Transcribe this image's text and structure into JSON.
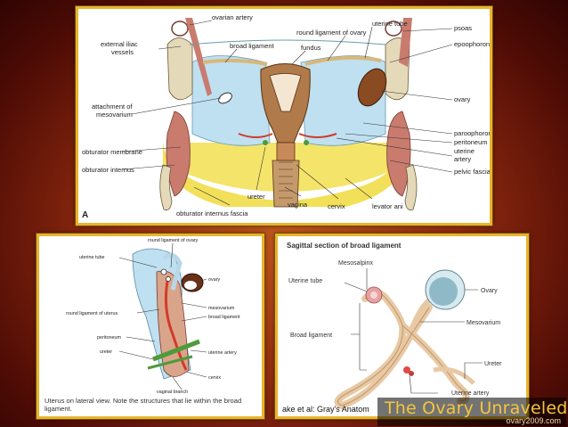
{
  "panel_a": {
    "letter": "A",
    "labels": {
      "ovarian_artery": "ovarian artery",
      "external_iliac_vessels_1": "external iliac",
      "external_iliac_vessels_2": "vessels",
      "broad_ligament": "broad ligament",
      "round_ligament_of_ovary": "round ligament of ovary",
      "uterine_tube": "uterine tube",
      "fundus": "fundus",
      "psoas": "psoas",
      "epoophoron": "epoophoron",
      "attachment_of_mesovarium_1": "attachment of",
      "attachment_of_mesovarium_2": "mesovarium",
      "ovary": "ovary",
      "paroophoron": "paroophoron",
      "peritoneum": "peritoneum",
      "obturator_membrane": "obturator membrane",
      "uterine_artery_1": "uterine",
      "uterine_artery_2": "artery",
      "obturator_internus": "obturator internus",
      "pelvic_fascia": "pelvic fascia",
      "ureter": "ureter",
      "vagina": "vagina",
      "cervix": "cervix",
      "levator_ani": "levator ani",
      "obturator_internus_fascia": "obturator internus fascia"
    }
  },
  "panel_b": {
    "labels": {
      "round_ligament_of_ovary": "round ligament of ovary",
      "uterine_tube": "uterine tube",
      "ovary": "ovary",
      "mesovarium": "mesovarium",
      "round_ligament_of_uterus": "round ligament of uterus",
      "broad_ligament": "broad ligament",
      "peritoneum": "peritoneum",
      "ureter": "ureter",
      "uterine_artery": "uterine artery",
      "cervix": "cervix",
      "vaginal_branch": "vaginal branch"
    },
    "caption": "Uterus on lateral view. Note the structures that lie within the broad ligament."
  },
  "panel_c": {
    "title": "Sagittal section of broad ligament",
    "labels": {
      "mesosalpinx": "Mesosalpinx",
      "uterine_tube": "Uterine tube",
      "ovary": "Ovary",
      "mesovarium": "Mesovarium",
      "broad_ligament": "Broad ligament",
      "ureter": "Ureter",
      "uterine_artery": "Uterine artery"
    },
    "credit": "ake et al: Gray's Anatom"
  },
  "brand": {
    "title": "The Ovary Unraveled",
    "url": "ovary2009.com"
  },
  "colors": {
    "frame": "#e7b52c",
    "fat_yellow": "#f2e05a",
    "ligament_blue": "#bfe0f0",
    "muscle": "#c97b6e",
    "uterus": "#b07a4a",
    "artery_red": "#d23a2a",
    "ureter_green": "#4f9a3a",
    "brand_gold": "#f3c63c"
  }
}
